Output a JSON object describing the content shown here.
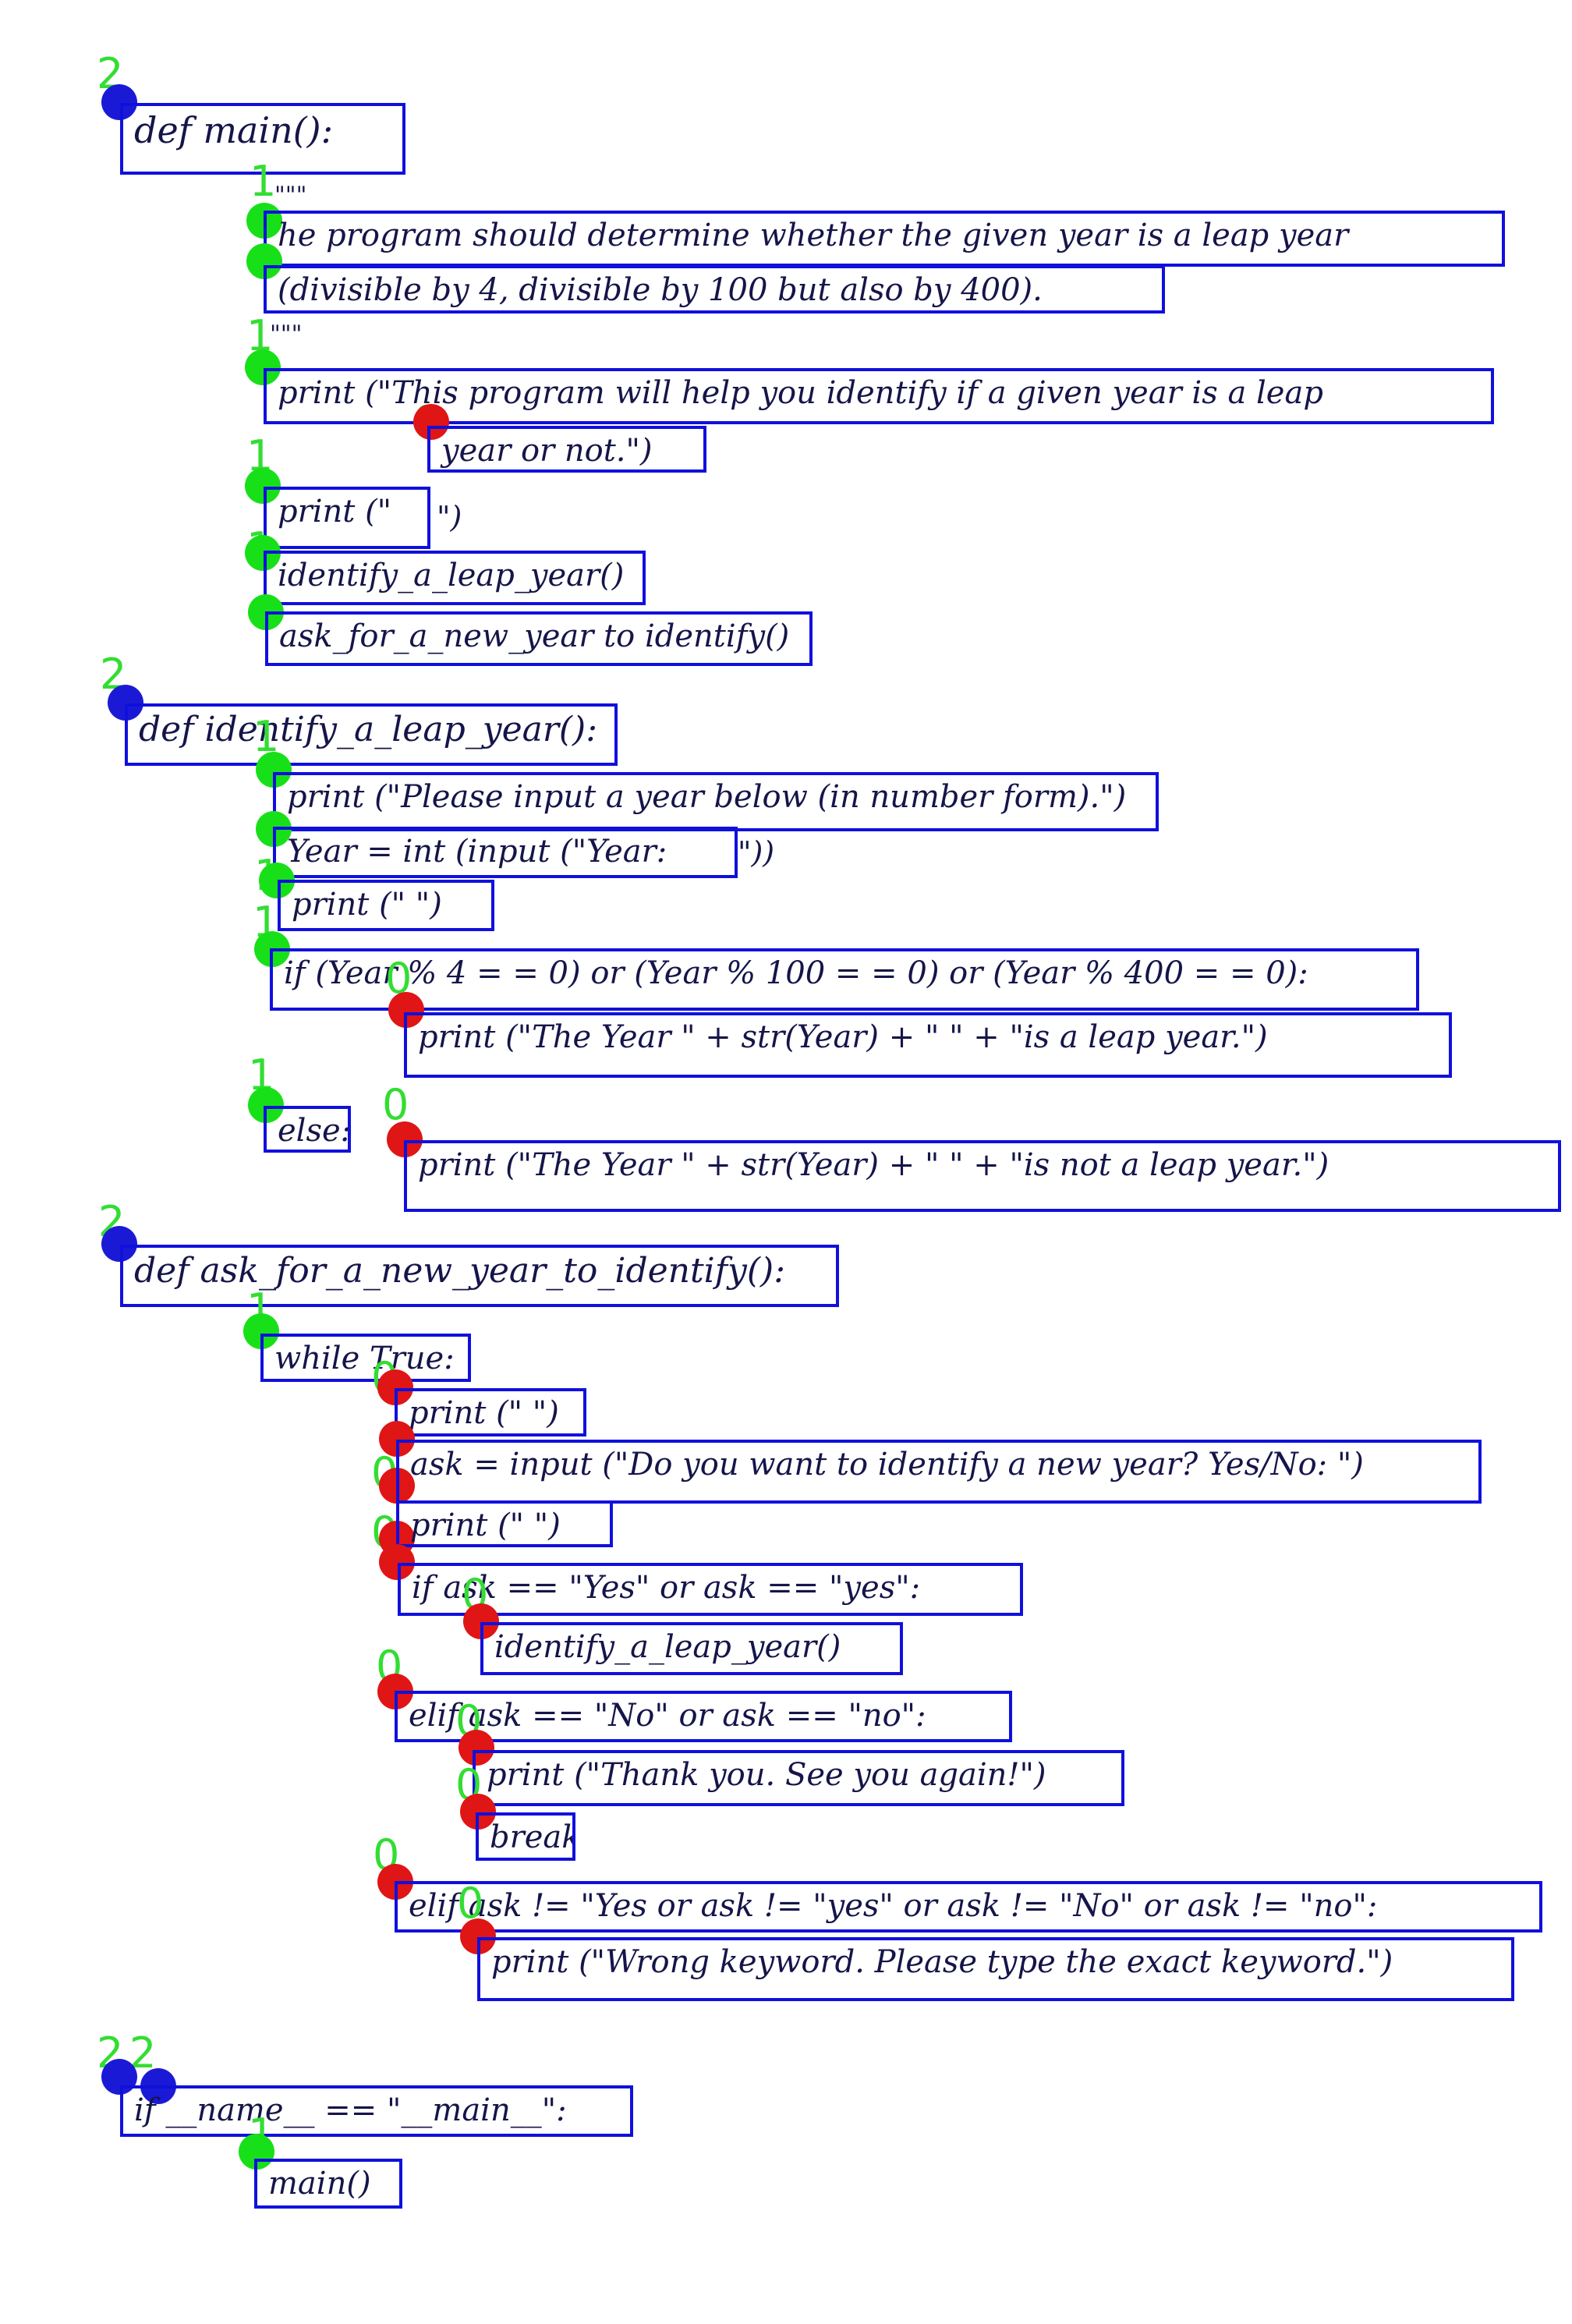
{
  "code_lines": {
    "l1": "def main():",
    "l2": "he program should determine whether the given year is a leap year",
    "l3": "(divisible by 4, divisible by 100 but also by 400).",
    "l4": "print (\"This program will help you identify if a given year is a leap",
    "l5": "year or not.\")",
    "l6": "print (\"",
    "l7": "identify_a_leap_year()",
    "l8": "ask_for_a_new_year to identify()",
    "l9": "def identify_a_leap_year():",
    "l10": "print (\"Please input a year below (in number form).\")",
    "l11": "Year = int (input (\"Year:",
    "l12": "print (\" \")",
    "l13": "if (Year % 4 = = 0) or (Year % 100 = = 0) or (Year % 400 = = 0):",
    "l14": "print (\"The Year \" + str(Year) + \" \" + \"is a leap year.\")",
    "l15": "else:",
    "l16": "print (\"The Year \" + str(Year) + \" \" + \"is not a leap year.\")",
    "l17": "def ask_for_a_new_year_to_identify():",
    "l18": "while True:",
    "l19": "print (\" \")",
    "l20": "ask = input (\"Do you want to identify a new year? Yes/No: \")",
    "l21": "print (\" \")",
    "l22": "if ask == \"Yes\" or ask == \"yes\":",
    "l23": "identify_a_leap_year()",
    "l24": "elif ask == \"No\" or ask == \"no\":",
    "l25": "print (\"Thank you. See you again!\")",
    "l26": "break",
    "l27": "elif ask != \"Yes or ask != \"yes\" or ask != \"No\" or ask != \"no\":",
    "l28": "print (\"Wrong keyword. Please type the exact keyword.\")",
    "l29": "if __name__ == \"__main__\":",
    "l30": "main()"
  },
  "loose_text": {
    "doc_open": "\"\"\"",
    "doc_close": "\"\"\"",
    "l6_tail": "\")",
    "l11_tail": "\"))"
  },
  "levels": {
    "two": "2",
    "one": "1",
    "zero": "0"
  },
  "colors": {
    "box": "#1010dd",
    "level_2_dot": "#1a1ad6",
    "level_1_dot": "#18e018",
    "level_0_dot": "#e01515",
    "level_label": "#33dd33"
  }
}
